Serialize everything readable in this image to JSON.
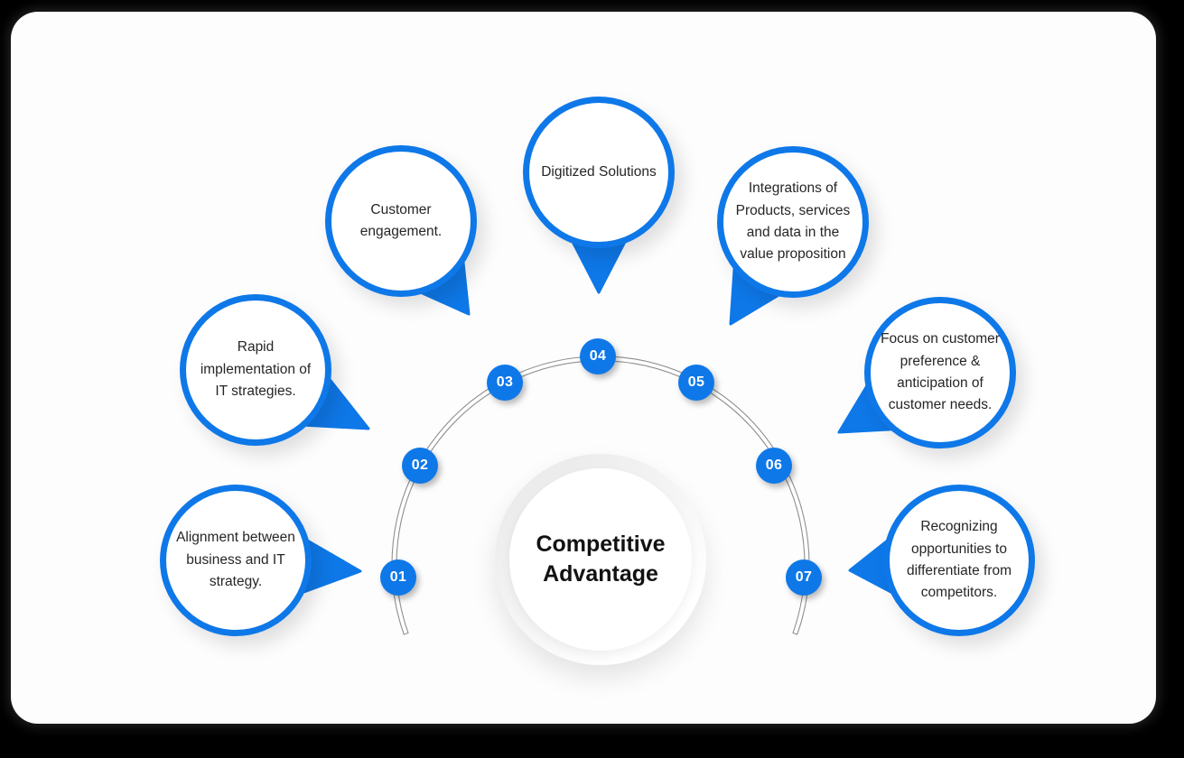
{
  "diagram": {
    "title": "Competitive Advantage",
    "style": "semicircle speech-bubble infographic",
    "accent_color": "#0e78e8",
    "frame_color": "#000000",
    "card_color": "#fdfdfe",
    "arc_line_color": "#8f8f8f",
    "center": {
      "label": "Competitive Advantage"
    },
    "nodes": [
      {
        "number": "01",
        "text": "Alignment between business and IT strategy."
      },
      {
        "number": "02",
        "text": "Rapid implementation of IT strategies."
      },
      {
        "number": "03",
        "text": "Customer engagement."
      },
      {
        "number": "04",
        "text": "Digitized Solutions"
      },
      {
        "number": "05",
        "text": "Integrations of Products, services and data in the value proposition"
      },
      {
        "number": "06",
        "text": "Focus on customer preference & anticipation of customer needs."
      },
      {
        "number": "07",
        "text": "Recognizing opportunities to differentiate from competitors."
      }
    ]
  }
}
